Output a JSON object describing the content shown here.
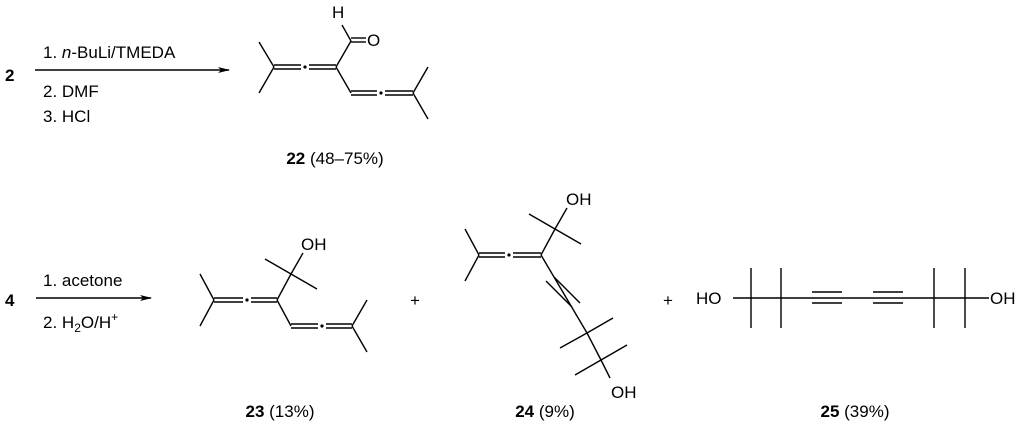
{
  "reaction1": {
    "reactant": "2",
    "conditions": {
      "step1_prefix": "1. ",
      "step1_italic": "n",
      "step1_rest": "-BuLi/TMEDA",
      "step2": "2. DMF",
      "step3": "3. HCl"
    },
    "product": {
      "number": "22",
      "yield": "(48–75%)",
      "atoms": {
        "h": "H",
        "o": "O"
      }
    }
  },
  "reaction2": {
    "reactant": "4",
    "conditions": {
      "step1": "1. acetone",
      "step2_a": "2. H",
      "step2_sub": "2",
      "step2_b": "O/H",
      "step2_sup": "+"
    },
    "plus": "+",
    "products": [
      {
        "number": "23",
        "yield": "(13%)",
        "atoms": {
          "oh": "OH"
        }
      },
      {
        "number": "24",
        "yield": "(9%)",
        "atoms": {
          "oh1": "OH",
          "oh2": "OH"
        }
      },
      {
        "number": "25",
        "yield": "(39%)",
        "atoms": {
          "ho": "HO",
          "oh": "OH"
        }
      }
    ]
  }
}
